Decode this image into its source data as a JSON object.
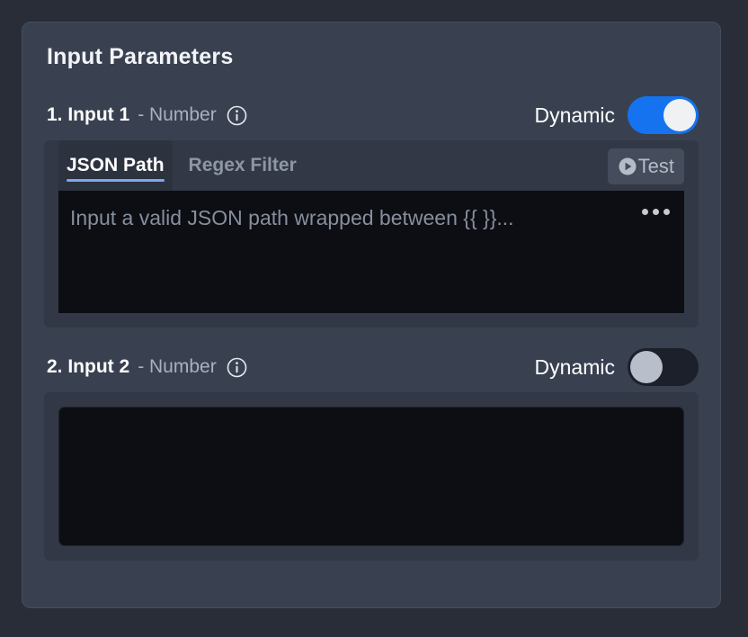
{
  "card": {
    "title": "Input Parameters"
  },
  "parameters": [
    {
      "index_label": "1. Input 1",
      "type_label": "- Number",
      "info_icon": "info-icon",
      "dynamic": {
        "label": "Dynamic",
        "state": "on"
      },
      "editor": {
        "tabs": [
          {
            "label": "JSON Path",
            "active": true
          },
          {
            "label": "Regex Filter",
            "active": false
          }
        ],
        "test_button": {
          "label": "Test",
          "icon": "play-circle-icon"
        },
        "placeholder": "Input a valid JSON path wrapped between {{ }}...",
        "value": "",
        "overflow_menu": "ellipsis-icon"
      }
    },
    {
      "index_label": "2. Input 2",
      "type_label": "- Number",
      "info_icon": "info-icon",
      "dynamic": {
        "label": "Dynamic",
        "state": "off"
      },
      "editor": {
        "placeholder": "",
        "value": ""
      }
    }
  ],
  "colors": {
    "page_background": "#282d38",
    "card_background": "#394150",
    "panel_background": "#323845",
    "editor_background": "#0c0e14",
    "toggle_on": "#1573f0",
    "toggle_off": "#1c202a",
    "tab_underline": "#7aa8f0",
    "muted_text": "#a9b1c0"
  }
}
